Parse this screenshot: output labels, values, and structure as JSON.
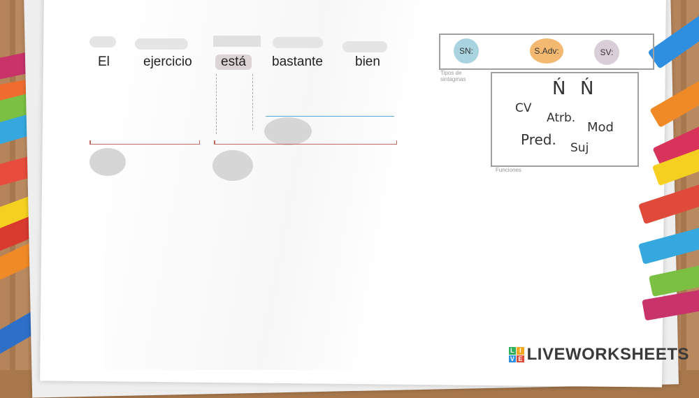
{
  "sentence": {
    "words": [
      "El",
      "ejercicio",
      "está",
      "bastante",
      "bien"
    ]
  },
  "phrase_types": {
    "caption": "Tipos de sintagmas",
    "items": [
      {
        "label": "SN:",
        "color": "#a9d3df"
      },
      {
        "label": "S.Adv:",
        "color": "#f4b970"
      },
      {
        "label": "SV:",
        "color": "#d9cdd7"
      }
    ]
  },
  "functions": {
    "caption": "Funciones",
    "items": [
      "Ń",
      "Ń",
      "CV",
      "Atrb.",
      "Mod",
      "Pred.",
      "Suj"
    ]
  },
  "brand": {
    "name": "LIVEWORKSHEETS",
    "logo_letters": [
      "L",
      "I",
      "V",
      "E"
    ]
  },
  "colors": {
    "bracket": "#c06a60",
    "blue_line": "#5aa6e0"
  }
}
